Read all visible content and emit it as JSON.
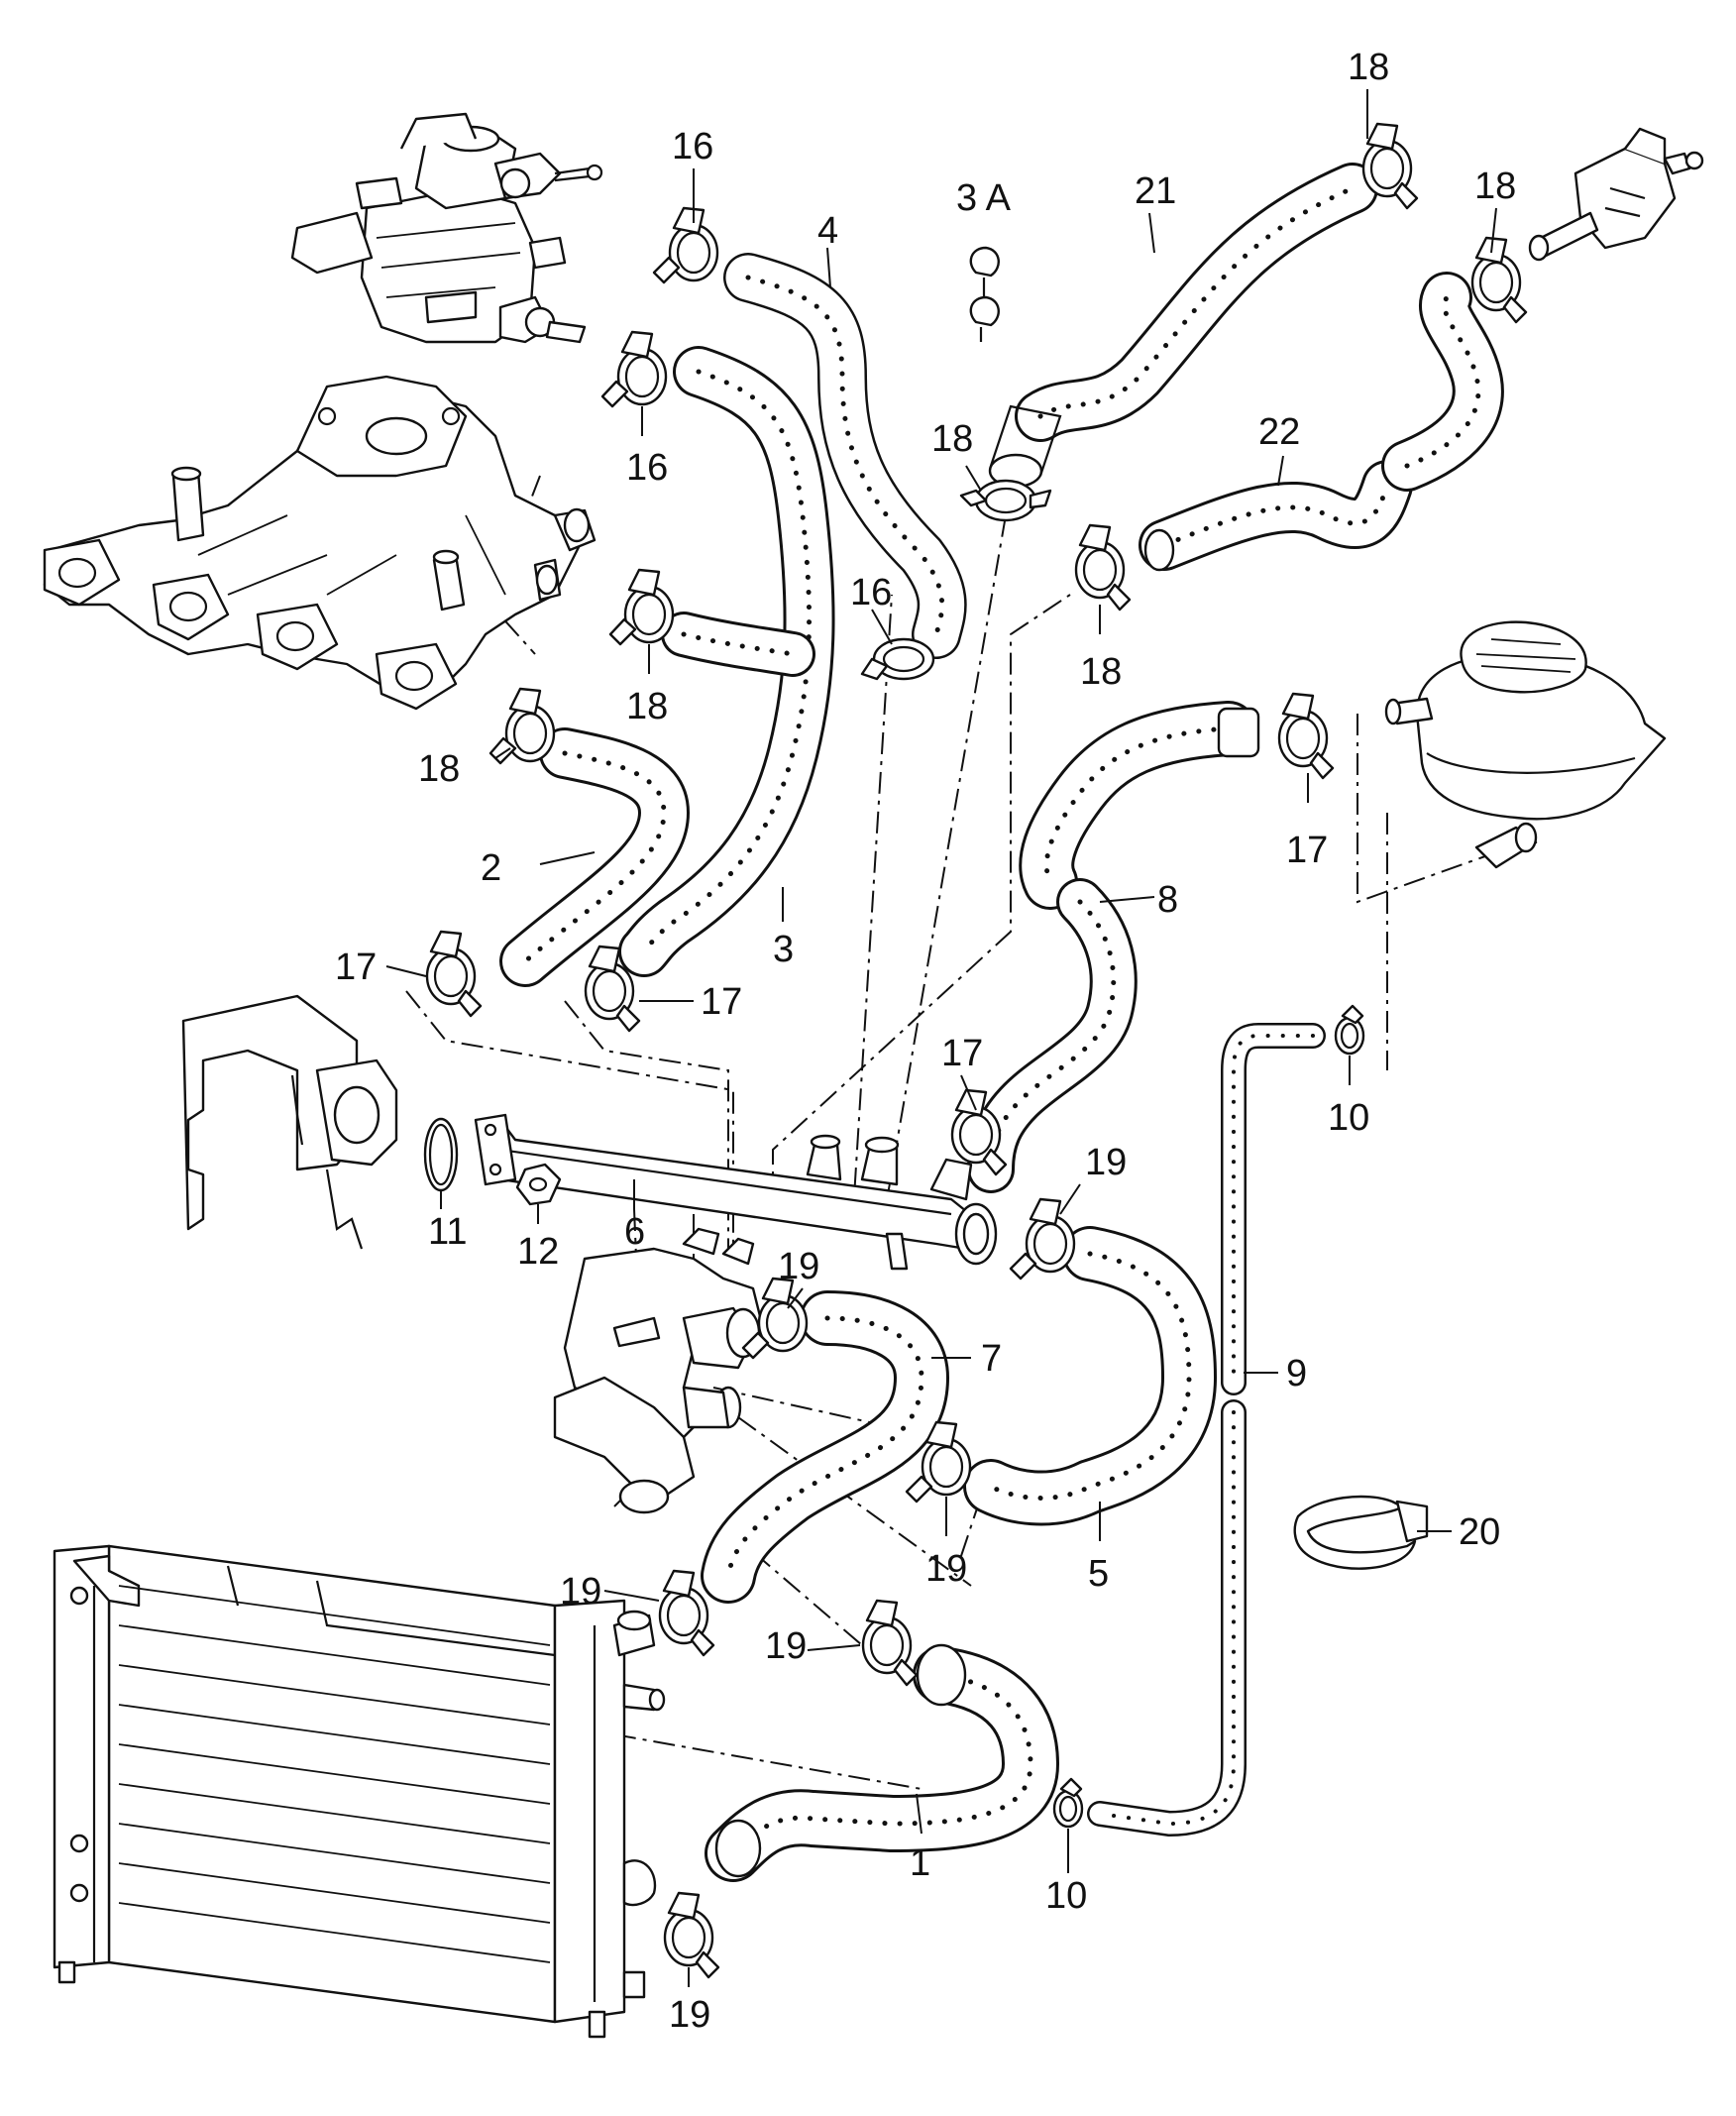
{
  "callouts": {
    "c1": "1",
    "c2": "2",
    "c3": "3",
    "c3a": "3 A",
    "c4": "4",
    "c5": "5",
    "c6": "6",
    "c7": "7",
    "c8": "8",
    "c9": "9",
    "c10": "10",
    "c11": "11",
    "c12": "12",
    "c16": "16",
    "c17": "17",
    "c18": "18",
    "c19": "19",
    "c20": "20",
    "c21": "21",
    "c22": "22"
  },
  "colors": {
    "ink": "#111111",
    "paper": "#ffffff"
  }
}
